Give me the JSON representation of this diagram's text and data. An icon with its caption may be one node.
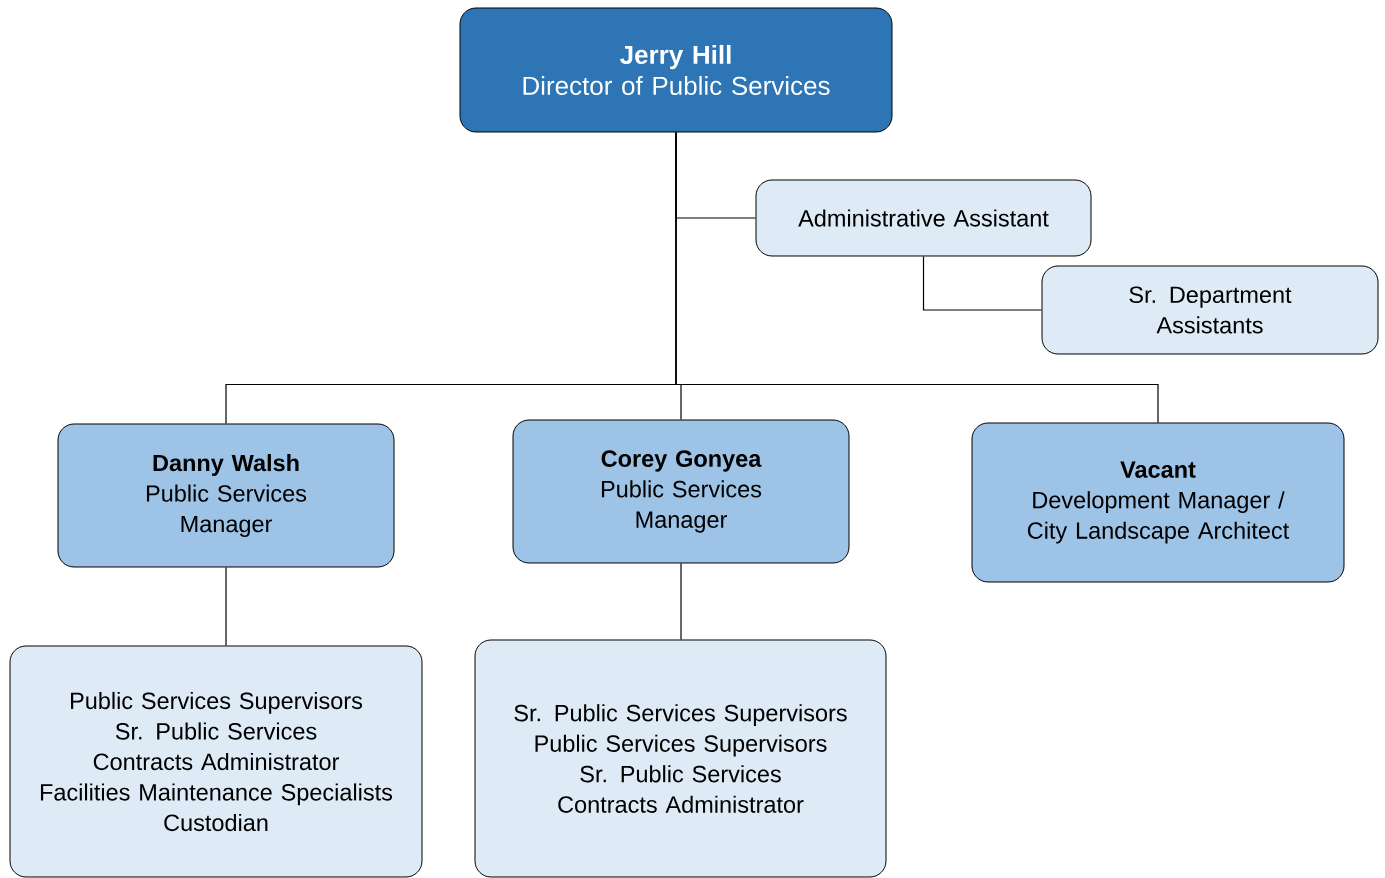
{
  "diagram": {
    "nodes": [
      {
        "text": [
          "Jerry Hill",
          "Director of Public Services"
        ]
      },
      {
        "text": [
          "Administrative Assistant"
        ]
      },
      {
        "text": [
          "Sr. Department Assistants"
        ]
      },
      {
        "text": [
          "Danny Walsh",
          "Public Services Manager"
        ]
      },
      {
        "text": [
          "Corey Gonyea",
          "Public Services Manager"
        ]
      },
      {
        "text": [
          "Vacant",
          "Development Manager / City Landscape Architect"
        ]
      },
      {
        "text": [
          "Public Services Supervisors",
          "Sr. Public Services Contracts Administrator",
          "Facilities Maintenance Specialists",
          "Custodian"
        ]
      },
      {
        "text": [
          "Sr. Public Services Supervisors",
          "Public Services Supervisors",
          "Sr. Public Services Contracts Administrator"
        ]
      }
    ],
    "edges": [
      {
        "from": 0,
        "to": 1,
        "arrow": "none"
      },
      {
        "from": 1,
        "to": 2,
        "arrow": "none"
      },
      {
        "from": 0,
        "to": 3,
        "arrow": "none"
      },
      {
        "from": 0,
        "to": 4,
        "arrow": "none"
      },
      {
        "from": 0,
        "to": 5,
        "arrow": "none"
      },
      {
        "from": 3,
        "to": 6,
        "arrow": "none"
      },
      {
        "from": 4,
        "to": 7,
        "arrow": "none"
      }
    ]
  }
}
